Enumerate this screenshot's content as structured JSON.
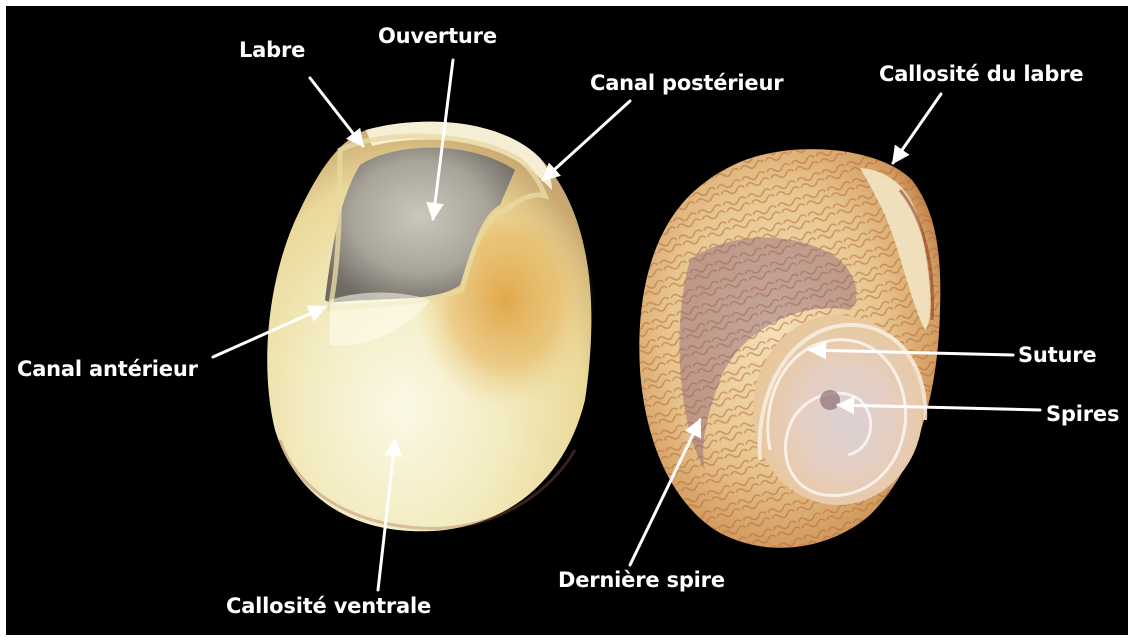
{
  "labels": {
    "labre": "Labre",
    "ouverture": "Ouverture",
    "canal_posterieur": "Canal postérieur",
    "callosite_labre": "Callosité du labre",
    "canal_anterieur": "Canal antérieur",
    "suture": "Suture",
    "spires": "Spires",
    "derniere_spire": "Dernière spire",
    "callosite_ventrale": "Callosité ventrale"
  },
  "colors": {
    "background": "#000000",
    "label_text": "#ffffff",
    "arrow": "#ffffff",
    "shell_cream": "#f3ecc0",
    "shell_orange": "#e0a545",
    "shell_pattern_brown": "#a4552a",
    "shell_pattern_purple": "#8a5f78"
  }
}
